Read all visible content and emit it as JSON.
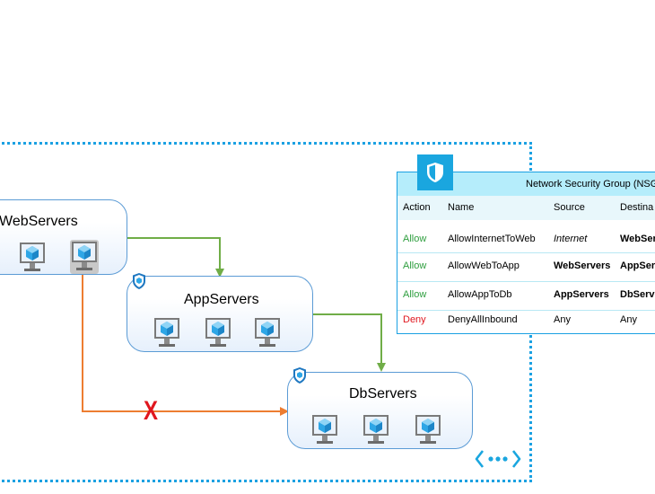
{
  "subnets": {
    "web": {
      "label": "WebServers"
    },
    "app": {
      "label": "AppServers"
    },
    "db": {
      "label": "DbServers"
    }
  },
  "blocked_marker": "X",
  "nsg": {
    "title": "Network Security Group (NSG",
    "columns": {
      "action": "Action",
      "name": "Name",
      "source": "Source",
      "destination": "Destina"
    },
    "rules": [
      {
        "action": "Allow",
        "name": "AllowInternetToWeb",
        "source": "Internet",
        "destination": "WebSer"
      },
      {
        "action": "Allow",
        "name": "AllowWebToApp",
        "source": "WebServers",
        "destination": "AppSer"
      },
      {
        "action": "Allow",
        "name": "AllowAppToDb",
        "source": "AppServers",
        "destination": "DbServ"
      },
      {
        "action": "Deny",
        "name": "DenyAllInbound",
        "source": "Any",
        "destination": "Any"
      }
    ]
  },
  "colors": {
    "allow_text": "#2e9e3e",
    "deny_text": "#e0161e",
    "allowed_flow": "#70ad47",
    "blocked_flow": "#ed7d31",
    "vnet_border": "#1ba1e2"
  },
  "icons": {
    "vm": "virtual-machine-icon",
    "nsg": "nsg-shield-icon",
    "vnet": "virtual-network-icon"
  }
}
